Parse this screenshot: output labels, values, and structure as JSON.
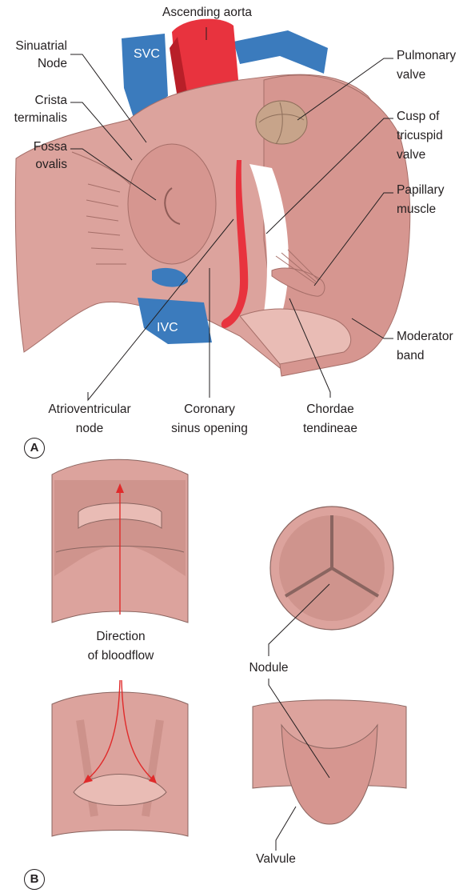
{
  "panel_a": {
    "letter": "A",
    "labels": {
      "ascending_aorta": "Ascending aorta",
      "sinuatrial_node_1": "Sinuatrial",
      "sinuatrial_node_2": "Node",
      "svc": "SVC",
      "pulmonary_valve_1": "Pulmonary",
      "pulmonary_valve_2": "valve",
      "crista_terminalis_1": "Crista",
      "crista_terminalis_2": "terminalis",
      "cusp_tricuspid_1": "Cusp of",
      "cusp_tricuspid_2": "tricuspid",
      "cusp_tricuspid_3": "valve",
      "fossa_ovalis_1": "Fossa",
      "fossa_ovalis_2": "ovalis",
      "papillary_muscle_1": "Papillary",
      "papillary_muscle_2": "muscle",
      "ivc": "IVC",
      "moderator_band_1": "Moderator",
      "moderator_band_2": "band",
      "av_node_1": "Atrioventricular",
      "av_node_2": "node",
      "coronary_sinus_1": "Coronary",
      "coronary_sinus_2": "sinus opening",
      "chordae_1": "Chordae",
      "chordae_2": "tendineae"
    }
  },
  "panel_b": {
    "letter": "B",
    "labels": {
      "direction_1": "Direction",
      "direction_2": "of bloodflow",
      "nodule": "Nodule",
      "valvule": "Valvule"
    }
  },
  "colors": {
    "tissue": "#dca39d",
    "tissue_dark": "#c48880",
    "vessel_blue": "#3b7bbd",
    "aorta_red": "#e8333e",
    "flow_red": "#e02a2a",
    "valve_tan": "#c7a48a"
  }
}
